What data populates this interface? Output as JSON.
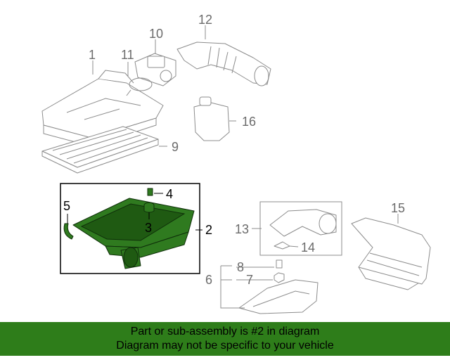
{
  "callouts": {
    "c1": "1",
    "c2": "2",
    "c3": "3",
    "c4": "4",
    "c5": "5",
    "c6": "6",
    "c7": "7",
    "c8": "8",
    "c9": "9",
    "c10": "10",
    "c11": "11",
    "c12": "12",
    "c13": "13",
    "c14": "14",
    "c15": "15",
    "c16": "16"
  },
  "highlighted_part": "2",
  "colors": {
    "highlight": "#2f7a1f",
    "banner": "#2e7d1a",
    "line_art": "#8c8c8c"
  },
  "banner": {
    "line1": "Part or sub-assembly is #2 in diagram",
    "line2": "Diagram may not be specific to your vehicle"
  }
}
